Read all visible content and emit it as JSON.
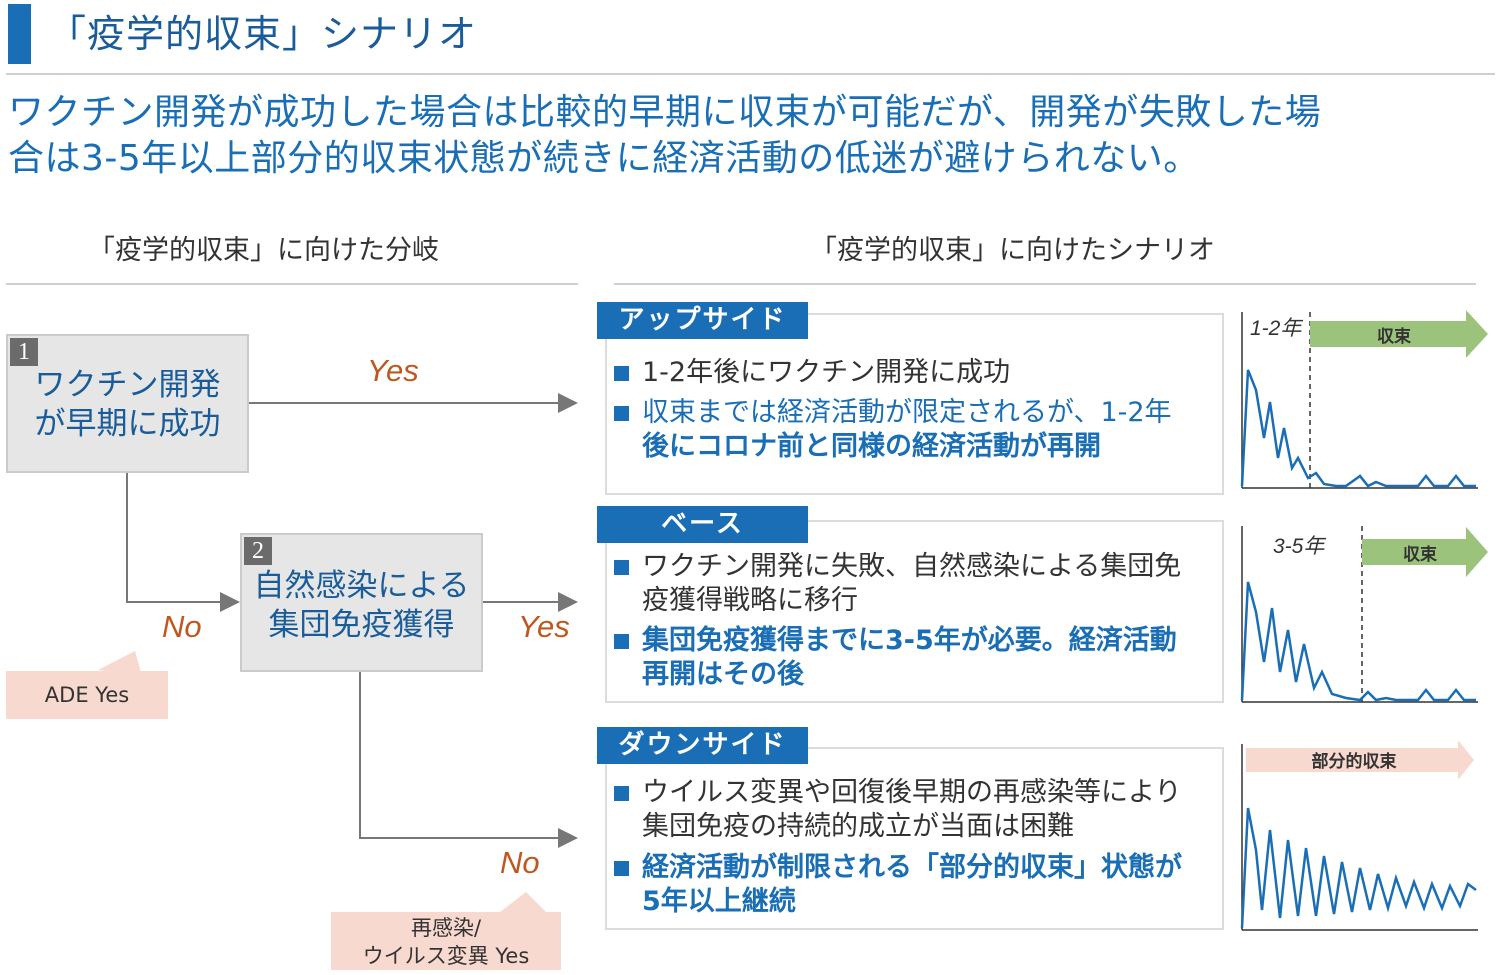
{
  "header": {
    "title": "「疫学的収束」シナリオ",
    "lead_line1": "ワクチン開発が成功した場合は比較的早期に収束が可能だが、開発が失敗した場",
    "lead_line2": "合は3-5年以上部分的収束状態が続きに経済活動の低迷が避けられない。"
  },
  "left_section": {
    "heading": "「疫学的収束」に向けた分岐",
    "box1": {
      "num": "1",
      "line1": "ワクチン開発",
      "line2": "が早期に成功"
    },
    "box2": {
      "num": "2",
      "line1": "自然感染による",
      "line2": "集団免疫獲得"
    },
    "yes1": "Yes",
    "no1": "No",
    "yes2": "Yes",
    "no2": "No",
    "note1": "ADE Yes",
    "note2_line1": "再感染/",
    "note2_line2": "ウイルス変異 Yes"
  },
  "right_section": {
    "heading": "「疫学的収束」に向けたシナリオ",
    "scenarios": [
      {
        "tag": "アップサイド",
        "bullets": [
          {
            "lines": [
              "1-2年後にワクチン開発に成功"
            ]
          },
          {
            "lines": [
              "収束までは経済活動が限定されるが、1-2年",
              "後にコロナ前と同様の経済活動が再開"
            ]
          }
        ],
        "mini_label": "1-2年",
        "arrow_label": "収束"
      },
      {
        "tag": "ベース",
        "bullets": [
          {
            "lines": [
              "ワクチン開発に失敗、自然感染による集団免",
              "疫獲得戦略に移行"
            ]
          },
          {
            "lines": [
              "集団免疫獲得までに3-5年が必要。経済活動",
              "再開はその後"
            ]
          }
        ],
        "mini_label": "3-5年",
        "arrow_label": "収束"
      },
      {
        "tag": "ダウンサイド",
        "bullets": [
          {
            "lines": [
              "ウイルス変異や回復後早期の再感染等により",
              "集団免疫の持続的成立が当面は困難"
            ]
          },
          {
            "lines": [
              "経済活動が制限される「部分的収束」状態が",
              "5年以上継続"
            ]
          }
        ],
        "arrow_label": "部分的収束"
      }
    ]
  },
  "colors": {
    "accent_blue": "#1a6eb5",
    "label_orange": "#c0571e",
    "note_pink": "#f8d9cf",
    "arrow_green": "#9cc37c",
    "box_gray": "#e6e6e6"
  }
}
